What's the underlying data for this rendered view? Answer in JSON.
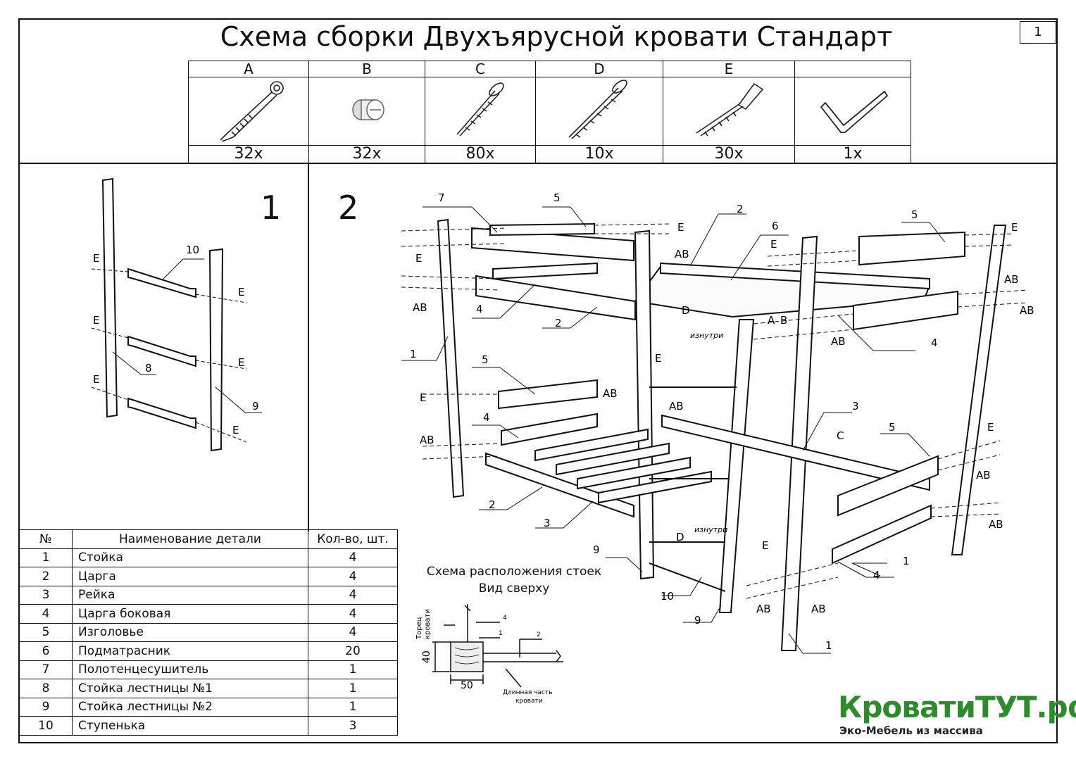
{
  "title": "Схема сборки Двухъярусной кровати Стандарт",
  "page_number": "1",
  "fasteners": [
    {
      "letter": "A",
      "qty": "32x",
      "icon": "confirmat-screw-icon"
    },
    {
      "letter": "B",
      "qty": "32x",
      "icon": "cam-nut-icon"
    },
    {
      "letter": "C",
      "qty": "80x",
      "icon": "wood-screw-icon"
    },
    {
      "letter": "D",
      "qty": "10x",
      "icon": "long-wood-screw-icon"
    },
    {
      "letter": "E",
      "qty": "30x",
      "icon": "dowel-screw-icon"
    },
    {
      "letter": "",
      "qty": "1x",
      "icon": "hex-key-icon"
    }
  ],
  "step1": "1",
  "step2": "2",
  "parts_table": {
    "headers": [
      "№",
      "Наименование детали",
      "Кол-во, шт."
    ],
    "rows": [
      [
        "1",
        "Стойка",
        "4"
      ],
      [
        "2",
        "Царга",
        "4"
      ],
      [
        "3",
        "Рейка",
        "4"
      ],
      [
        "4",
        "Царга боковая",
        "4"
      ],
      [
        "5",
        "Изголовье",
        "4"
      ],
      [
        "6",
        "Подматрасник",
        "20"
      ],
      [
        "7",
        "Полотенцесушитель",
        "1"
      ],
      [
        "8",
        "Стойка лестницы №1",
        "1"
      ],
      [
        "9",
        "Стойка лестницы №2",
        "1"
      ],
      [
        "10",
        "Ступенька",
        "3"
      ]
    ]
  },
  "scheme": {
    "title_line1": "Схема расположения стоек",
    "title_line2": "Вид сверху",
    "torec_line1": "Торец",
    "torec_line2": "кровати",
    "long_line1": "Длинная часть",
    "long_line2": "кровати",
    "dim_w": "50",
    "dim_h": "40",
    "c1": "1",
    "c2": "2",
    "c4": "4"
  },
  "labels": {
    "E": "E",
    "AB": "AB",
    "A": "A",
    "B": "B",
    "C": "C",
    "D": "D",
    "inside": "изнутри",
    "n1": "1",
    "n2": "2",
    "n3": "3",
    "n4": "4",
    "n5": "5",
    "n6": "6",
    "n7": "7",
    "n8": "8",
    "n9": "9",
    "n10": "10"
  },
  "brand": {
    "name": "КроватиТУТ.рф",
    "tagline": "Эко-Мебель из массива",
    "color": "#2d8a2d"
  }
}
